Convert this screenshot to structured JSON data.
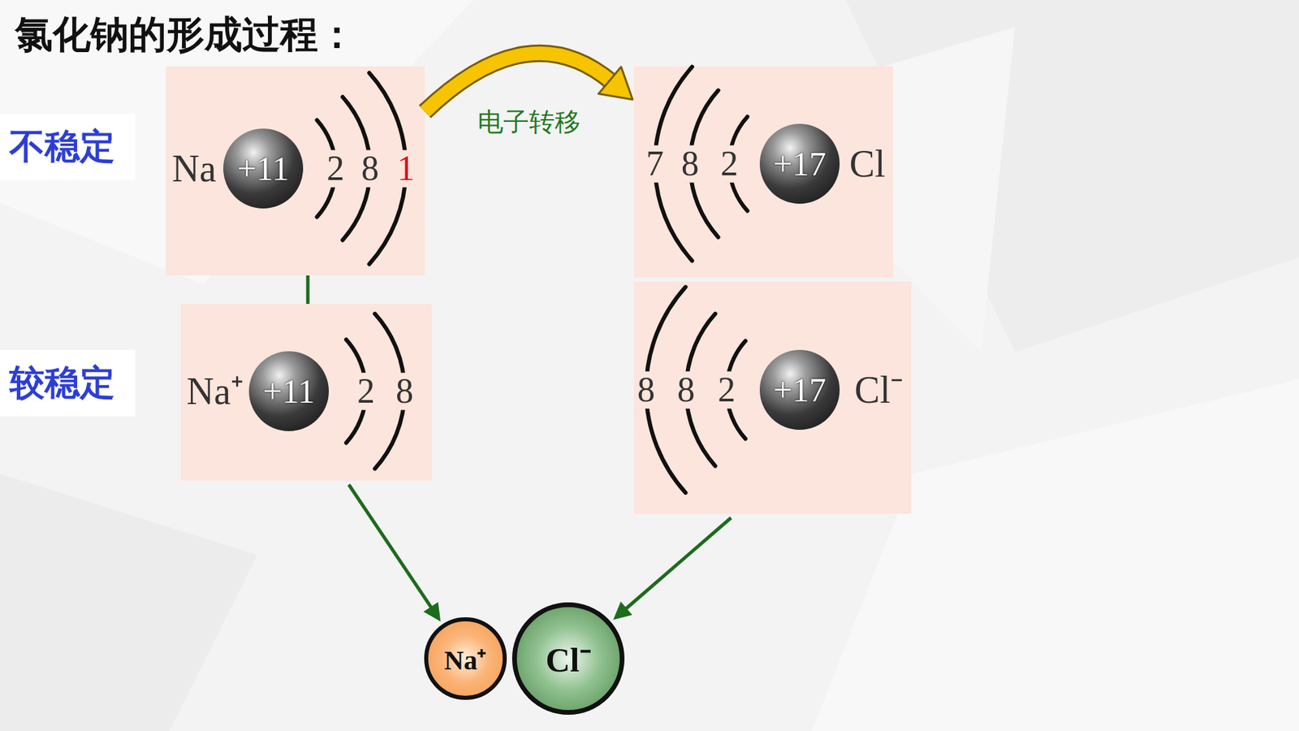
{
  "diagram": {
    "title": "氯化钠的形成过程：",
    "nodes": [
      {
        "text": [
          "Na",
          "2",
          "8",
          "1"
        ]
      },
      {
        "text": [
          "+11"
        ],
        "in": 0
      },
      {
        "text": [
          "7",
          "8",
          "2",
          "Cl"
        ]
      },
      {
        "text": [
          "+17"
        ],
        "in": 2
      },
      {
        "text": [
          "Na⁺",
          "2",
          "8"
        ]
      },
      {
        "text": [
          "+11"
        ],
        "in": 4
      },
      {
        "text": [
          "8",
          "8",
          "2",
          "Cl⁻"
        ]
      },
      {
        "text": [
          "+17"
        ],
        "in": 6
      },
      {
        "text": [
          "Na⁺"
        ]
      },
      {
        "text": [
          "Cl⁻"
        ]
      }
    ],
    "edges": [
      {
        "from": 0,
        "to": 2,
        "arrow": "to",
        "label": "电子转移"
      },
      {
        "from": 0,
        "to": 4,
        "arrow": "none"
      },
      {
        "from": 4,
        "to": 8,
        "arrow": "to"
      },
      {
        "from": 6,
        "to": 9,
        "arrow": "to"
      }
    ],
    "labels": [
      "不稳定",
      "较稳定"
    ]
  }
}
